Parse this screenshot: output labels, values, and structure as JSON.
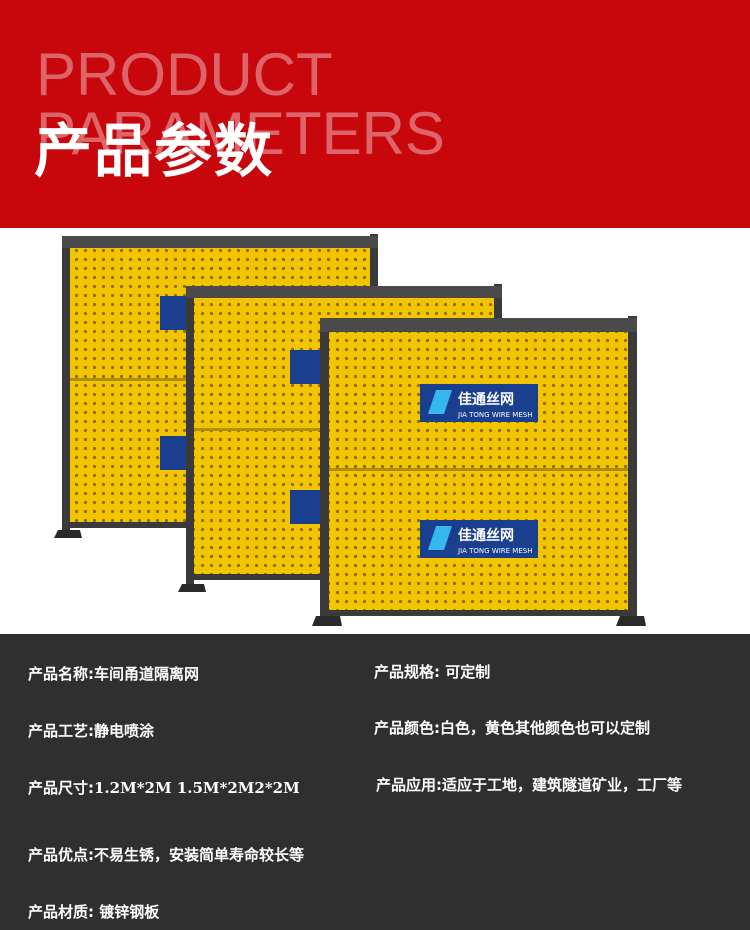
{
  "header": {
    "english_line1": "PRODUCT",
    "english_line2": "PARAMETERS",
    "chinese_title": "产品参数"
  },
  "brand": {
    "name_cn": "佳通丝网",
    "name_en": "JIA TONG WIRE MESH"
  },
  "colors": {
    "banner_red": "#c8070d",
    "panel_yellow": "#f2c500",
    "frame_dark": "#3a3a3a",
    "params_bg": "#2f2f2f"
  },
  "params": {
    "name": {
      "label": "产品名称:",
      "value": "车间甬道隔离网"
    },
    "spec": {
      "label": "产品规格:",
      "value": "可定制"
    },
    "craft": {
      "label": "产品工艺:",
      "value": "静电喷涂"
    },
    "color": {
      "label": "产品颜色:",
      "value": "白色，黄色其他颜色也可以定制"
    },
    "size": {
      "label": "产品尺寸:",
      "value": "1.2M*2M  1.5M*2M2*2M"
    },
    "application": {
      "label": "产品应用:",
      "value": "适应于工地，建筑隧道矿业，工厂等"
    },
    "advantage": {
      "label": "产品优点:",
      "value": "不易生锈，安装简单寿命较长等"
    },
    "material": {
      "label": "产品材质:",
      "value": "镀锌钢板"
    }
  }
}
